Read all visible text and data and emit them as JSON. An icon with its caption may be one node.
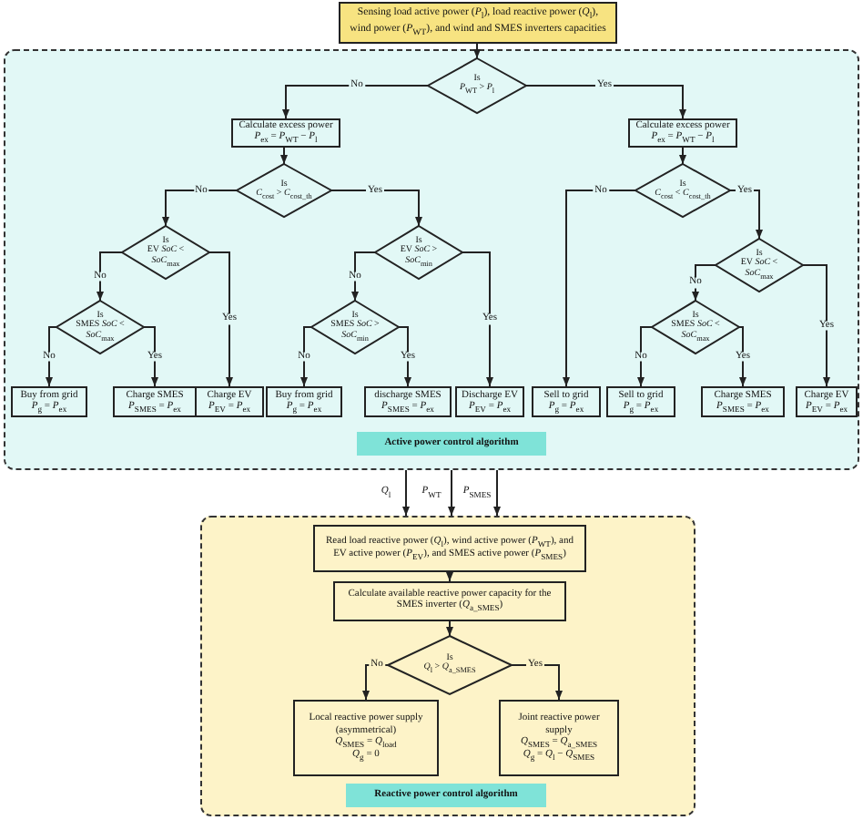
{
  "diagram": {
    "nodes": [
      {
        "text": [
          "Sensing load active power (*P*$_{l}$), load reactive power (*Q*$_{l}$), wind power (*P*$_{WT}$), and wind and SMES inverters capacities"
        ]
      },
      {
        "text": [],
        "shape": "box"
      },
      {
        "text": [
          "Is",
          "*P*$_{WT}$ > *P*$_{l}$"
        ],
        "in": 1
      },
      {
        "text": [
          "Calculate excess power",
          "*P*$_{ex}$ = *P*$_{WT}$ − *P*$_{l}$"
        ],
        "in": 1
      },
      {
        "text": [
          "Calculate excess power",
          "*P*$_{ex}$ = *P*$_{WT}$ − *P*$_{l}$"
        ],
        "in": 1
      },
      {
        "text": [
          "Is",
          "*C*$_{cost}$ > *C*$_{cost_th}$"
        ],
        "in": 1
      },
      {
        "text": [
          "Is",
          "*C*$_{cost}$ < *C*$_{cost_th}$"
        ],
        "in": 1
      },
      {
        "text": [
          "Is",
          "EV *SoC* <",
          "*SoC*$_{max}$"
        ],
        "in": 1
      },
      {
        "text": [
          "Is",
          "EV *SoC* >",
          "*SoC*$_{min}$"
        ],
        "in": 1
      },
      {
        "text": [
          "Is",
          "EV *SoC* <",
          "*SoC*$_{max}$"
        ],
        "in": 1
      },
      {
        "text": [
          "Is",
          "SMES *SoC* <",
          "*SoC*$_{max}$"
        ],
        "in": 1
      },
      {
        "text": [
          "Is",
          "SMES *SoC* >",
          "*SoC*$_{min}$"
        ],
        "in": 1
      },
      {
        "text": [
          "Is",
          "SMES *SoC* <",
          "*SoC*$_{max}$"
        ],
        "in": 1
      },
      {
        "text": [
          "Buy from grid",
          "*P*$_{g}$ = *P*$_{ex}$"
        ],
        "in": 1
      },
      {
        "text": [
          "Charge SMES",
          "*P*$_{SMES}$ = *P*$_{ex}$"
        ],
        "in": 1
      },
      {
        "text": [
          "Charge EV",
          "*P*$_{EV}$ = *P*$_{ex}$"
        ],
        "in": 1
      },
      {
        "text": [
          "Buy from grid",
          "*P*$_{g}$ = *P*$_{ex}$"
        ],
        "in": 1
      },
      {
        "text": [
          "discharge SMES",
          "*P*$_{SMES}$ = *P*$_{ex}$"
        ],
        "in": 1
      },
      {
        "text": [
          "Discharge EV",
          "*P*$_{EV}$ = *P*$_{ex}$"
        ],
        "in": 1
      },
      {
        "text": [
          "Sell to grid",
          "*P*$_{g}$ = *P*$_{ex}$"
        ],
        "in": 1
      },
      {
        "text": [
          "Sell to grid",
          "*P*$_{g}$ = *P*$_{ex}$"
        ],
        "in": 1
      },
      {
        "text": [
          "Charge SMES",
          "*P*$_{SMES}$ = *P*$_{ex}$"
        ],
        "in": 1
      },
      {
        "text": [
          "Charge EV",
          "*P*$_{EV}$ = *P*$_{ex}$"
        ],
        "in": 1
      },
      {
        "text": [
          "Active power control algorithm"
        ],
        "in": 1
      },
      {
        "text": [],
        "shape": "box"
      },
      {
        "text": [
          "Read load reactive power (*Q*$_{l}$), wind active power (*P*$_{WT}$), and EV active power (*P*$_{EV}$), and SMES active power (*P*$_{SMES}$)"
        ],
        "in": 24
      },
      {
        "text": [
          "Calculate available reactive power capacity for the SMES inverter (*Q*$_{a_SMES}$)"
        ],
        "in": 24
      },
      {
        "text": [
          "Is",
          "*Q*$_{l}$ > *Q*$_{a_SMES}$"
        ],
        "in": 24
      },
      {
        "text": [
          "Local reactive power supply (asymmetrical)",
          "*Q*$_{SMES}$ = *Q*$_{load}$",
          "*Q*$_{g}$ = 0"
        ],
        "in": 24
      },
      {
        "text": [
          "Joint reactive power supply",
          "*Q*$_{SMES}$ = *Q*$_{a_SMES}$",
          "*Q*$_{g}$ = *Q*$_{l}$ − *Q*$_{SMES}$"
        ],
        "in": 24
      },
      {
        "text": [
          "Reactive power control algorithm"
        ],
        "in": 24
      }
    ],
    "edges": [
      {
        "from": 0,
        "to": 2,
        "arrow": "to"
      },
      {
        "from": 2,
        "to": 3,
        "arrow": "to",
        "label": "No"
      },
      {
        "from": 2,
        "to": 4,
        "arrow": "to",
        "label": "Yes"
      },
      {
        "from": 3,
        "to": 5,
        "arrow": "to"
      },
      {
        "from": 4,
        "to": 6,
        "arrow": "to"
      },
      {
        "from": 5,
        "to": 7,
        "arrow": "to",
        "label": "No"
      },
      {
        "from": 5,
        "to": 8,
        "arrow": "to",
        "label": "Yes"
      },
      {
        "from": 7,
        "to": 10,
        "arrow": "to",
        "label": "No"
      },
      {
        "from": 7,
        "to": 15,
        "arrow": "to",
        "label": "Yes"
      },
      {
        "from": 10,
        "to": 13,
        "arrow": "to",
        "label": "No"
      },
      {
        "from": 10,
        "to": 14,
        "arrow": "to",
        "label": "Yes"
      },
      {
        "from": 8,
        "to": 11,
        "arrow": "to",
        "label": "No"
      },
      {
        "from": 8,
        "to": 18,
        "arrow": "to",
        "label": "Yes"
      },
      {
        "from": 11,
        "to": 16,
        "arrow": "to",
        "label": "No"
      },
      {
        "from": 11,
        "to": 17,
        "arrow": "to",
        "label": "Yes"
      },
      {
        "from": 6,
        "to": 19,
        "arrow": "to",
        "label": "No"
      },
      {
        "from": 6,
        "to": 9,
        "arrow": "to",
        "label": "Yes"
      },
      {
        "from": 9,
        "to": 12,
        "arrow": "to",
        "label": "No"
      },
      {
        "from": 9,
        "to": 22,
        "arrow": "to",
        "label": "Yes"
      },
      {
        "from": 12,
        "to": 20,
        "arrow": "to",
        "label": "No"
      },
      {
        "from": 12,
        "to": 21,
        "arrow": "to",
        "label": "Yes"
      },
      {
        "from": 1,
        "to": 24,
        "arrow": "to",
        "label": "*Q*$_{l}$"
      },
      {
        "from": 1,
        "to": 24,
        "arrow": "to",
        "label": "*P*$_{WT}$"
      },
      {
        "from": 1,
        "to": 24,
        "arrow": "to",
        "label": "*P*$_{SMES}$"
      },
      {
        "from": 25,
        "to": 26,
        "arrow": "to"
      },
      {
        "from": 26,
        "to": 27,
        "arrow": "to"
      },
      {
        "from": 27,
        "to": 28,
        "arrow": "to",
        "label": "No"
      },
      {
        "from": 27,
        "to": 29,
        "arrow": "to",
        "label": "Yes"
      }
    ]
  }
}
